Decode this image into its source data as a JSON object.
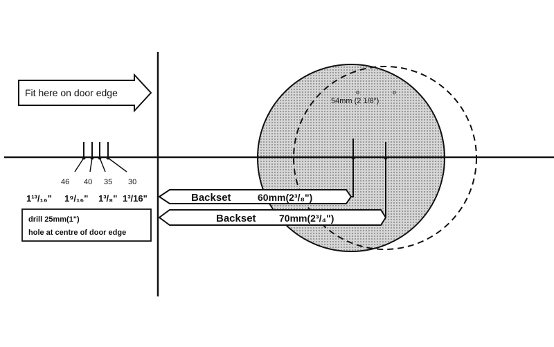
{
  "arrow_label": "Fit here on door edge",
  "hole_label": "54mm (2 1/8\")",
  "drill_marks": [
    {
      "label": "46"
    },
    {
      "label": "40"
    },
    {
      "label": "35"
    },
    {
      "label": "30"
    }
  ],
  "fractions": [
    "1¹³/₁₆\"",
    "1⁹/₁₆\"",
    "1³/₈\"",
    "1³/16\""
  ],
  "drill_note": {
    "line1": "drill 25mm(1\")",
    "line2": "hole at centre of door edge"
  },
  "backset_60": {
    "label": "Backset",
    "value": "60mm(2³/₈\")"
  },
  "backset_70": {
    "label": "Backset",
    "value": "70mm(2³/₄\")"
  },
  "colors": {
    "line": "#111111",
    "hatch": "#b8b8b8"
  }
}
